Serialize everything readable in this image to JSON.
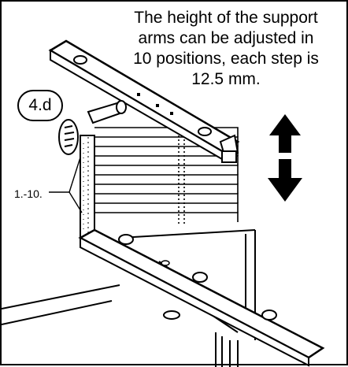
{
  "caption": {
    "line1": "The height of the support",
    "line2": "arms can be adjusted  in",
    "line3": "10 positions, each step is",
    "line4": "12.5 mm."
  },
  "step_badge": "4.d",
  "positions_label": "1.-10.",
  "icons": {
    "up": "arrow-up-icon",
    "down": "arrow-down-icon"
  },
  "colors": {
    "ink": "#000000",
    "paper": "#ffffff"
  }
}
